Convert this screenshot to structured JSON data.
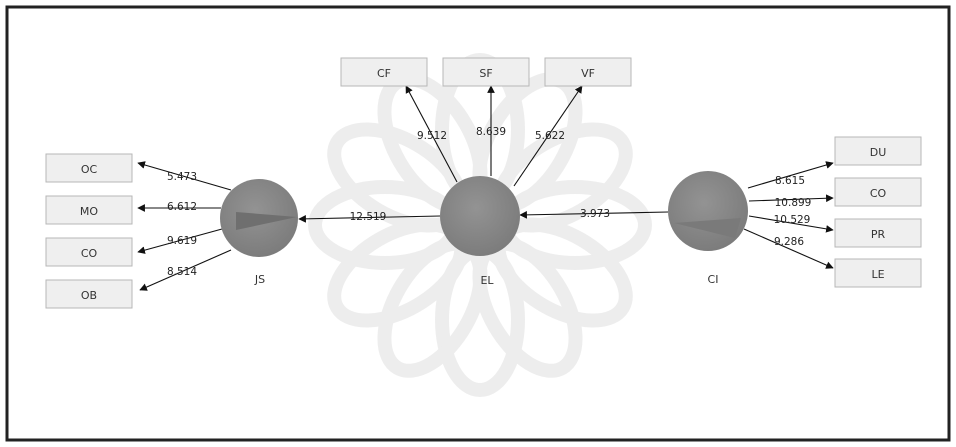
{
  "diagram": {
    "colors": {
      "node_fill": "#8a8a8a",
      "node_fill_dark": "#6e6e6e",
      "box_fill": "#efefef",
      "box_stroke": "#b7b7b7",
      "line": "#111111",
      "watermark": "#ececec"
    },
    "latent_nodes": [
      {
        "id": "js",
        "label": "JS"
      },
      {
        "id": "el",
        "label": "EL"
      },
      {
        "id": "ci",
        "label": "CI"
      }
    ],
    "indicator_boxes": [
      {
        "id": "cf",
        "label": "CF"
      },
      {
        "id": "sf",
        "label": "SF"
      },
      {
        "id": "vf",
        "label": "VF"
      },
      {
        "id": "oc",
        "label": "OC"
      },
      {
        "id": "mo",
        "label": "MO"
      },
      {
        "id": "co_left",
        "label": "CO"
      },
      {
        "id": "ob",
        "label": "OB"
      },
      {
        "id": "du",
        "label": "DU"
      },
      {
        "id": "co_right",
        "label": "CO"
      },
      {
        "id": "pr",
        "label": "PR"
      },
      {
        "id": "le",
        "label": "LE"
      }
    ],
    "paths": [
      {
        "id": "el-cf",
        "from": "EL",
        "to": "CF",
        "value": "9.512"
      },
      {
        "id": "el-sf",
        "from": "EL",
        "to": "SF",
        "value": "8.639"
      },
      {
        "id": "el-vf",
        "from": "EL",
        "to": "VF",
        "value": "5.622"
      },
      {
        "id": "el-js",
        "from": "EL",
        "to": "JS",
        "value": "12.519"
      },
      {
        "id": "ci-el",
        "from": "CI",
        "to": "EL",
        "value": "3.973"
      },
      {
        "id": "js-oc",
        "from": "JS",
        "to": "OC",
        "value": "5.473"
      },
      {
        "id": "js-mo",
        "from": "JS",
        "to": "MO",
        "value": "6.612"
      },
      {
        "id": "js-co",
        "from": "JS",
        "to": "CO",
        "value": "9.619"
      },
      {
        "id": "js-ob",
        "from": "JS",
        "to": "OB",
        "value": "8.514"
      },
      {
        "id": "ci-du",
        "from": "CI",
        "to": "DU",
        "value": "8.615"
      },
      {
        "id": "ci-co",
        "from": "CI",
        "to": "CO",
        "value": "10.899"
      },
      {
        "id": "ci-pr",
        "from": "CI",
        "to": "PR",
        "value": "10.529"
      },
      {
        "id": "ci-le",
        "from": "CI",
        "to": "LE",
        "value": "9.286"
      }
    ]
  }
}
